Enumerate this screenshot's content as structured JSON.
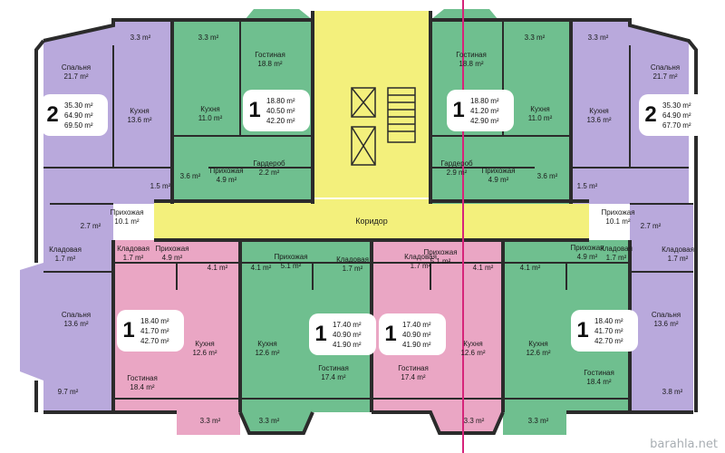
{
  "colors": {
    "purple": "#b9a9dc",
    "green": "#6fbf8f",
    "pink": "#eaa6c4",
    "yellow": "#f3f07c",
    "wall": "#2b2b2b",
    "accent": "#d6247a"
  },
  "units": [
    {
      "id": "u1",
      "rooms": "2",
      "areas": [
        "35.30 m²",
        "64.90 m²",
        "69.50 m²"
      ]
    },
    {
      "id": "u2",
      "rooms": "1",
      "areas": [
        "18.80 m²",
        "40.50 m²",
        "42.20 m²"
      ]
    },
    {
      "id": "u3",
      "rooms": "1",
      "areas": [
        "18.80 m²",
        "41.20 m²",
        "42.90 m²"
      ]
    },
    {
      "id": "u4",
      "rooms": "2",
      "areas": [
        "35.30 m²",
        "64.90 m²",
        "67.70 m²"
      ]
    },
    {
      "id": "u5",
      "rooms": "1",
      "areas": [
        "18.40 m²",
        "41.70 m²",
        "42.70 m²"
      ]
    },
    {
      "id": "u6",
      "rooms": "1",
      "areas": [
        "17.40 m²",
        "40.90 m²",
        "41.90 m²"
      ]
    },
    {
      "id": "u7",
      "rooms": "1",
      "areas": [
        "17.40 m²",
        "40.90 m²",
        "41.90 m²"
      ]
    },
    {
      "id": "u8",
      "rooms": "1",
      "areas": [
        "18.40 m²",
        "41.70 m²",
        "42.70 m²"
      ]
    }
  ],
  "labels": [
    {
      "name": "Спальня",
      "area": "21.7 m²"
    },
    {
      "name": "Кухня",
      "area": "13.6 m²"
    },
    {
      "name": "",
      "area": "3.3 m²"
    },
    {
      "name": "",
      "area": "1.5 m²"
    },
    {
      "name": "Прихожая",
      "area": "10.1 m²"
    },
    {
      "name": "",
      "area": "2.7 m²"
    },
    {
      "name": "Кладовая",
      "area": "1.7 m²"
    },
    {
      "name": "Спальня",
      "area": "13.6 m²"
    },
    {
      "name": "",
      "area": "9.7 m²"
    },
    {
      "name": "",
      "area": "3.3 m²"
    },
    {
      "name": "Кухня",
      "area": "11.0 m²"
    },
    {
      "name": "",
      "area": "3.6 m²"
    },
    {
      "name": "Прихожая",
      "area": "4.9 m²"
    },
    {
      "name": "Гостиная",
      "area": "18.8 m²"
    },
    {
      "name": "Гардероб",
      "area": "2.2 m²"
    },
    {
      "name": "Гостиная",
      "area": "18.8 m²"
    },
    {
      "name": "Гардероб",
      "area": "2.9 m²"
    },
    {
      "name": "Прихожая",
      "area": "4.9 m²"
    },
    {
      "name": "",
      "area": "3.3 m²"
    },
    {
      "name": "Кухня",
      "area": "11.0 m²"
    },
    {
      "name": "",
      "area": "3.6 m²"
    },
    {
      "name": "",
      "area": "3.3 m²"
    },
    {
      "name": "Спальня",
      "area": "21.7 m²"
    },
    {
      "name": "Кухня",
      "area": "13.6 m²"
    },
    {
      "name": "",
      "area": "1.5 m²"
    },
    {
      "name": "Прихожая",
      "area": "10.1 m²"
    },
    {
      "name": "",
      "area": "2.7 m²"
    },
    {
      "name": "Кладовая",
      "area": "1.7 m²"
    },
    {
      "name": "Спальня",
      "area": "13.6 m²"
    },
    {
      "name": "",
      "area": "3.8 m²"
    },
    {
      "name": "Коридор",
      "area": ""
    },
    {
      "name": "Кладовая",
      "area": "1.7 m²"
    },
    {
      "name": "Прихожая",
      "area": "4.9 m²"
    },
    {
      "name": "",
      "area": "4.1 m²"
    },
    {
      "name": "Кухня",
      "area": "12.6 m²"
    },
    {
      "name": "Гостиная",
      "area": "18.4 m²"
    },
    {
      "name": "",
      "area": "3.3 m²"
    },
    {
      "name": "",
      "area": "4.1 m²"
    },
    {
      "name": "Прихожая",
      "area": "5.1 m²"
    },
    {
      "name": "Кладовая",
      "area": "1.7 m²"
    },
    {
      "name": "Кухня",
      "area": "12.6 m²"
    },
    {
      "name": "Гостиная",
      "area": "17.4 m²"
    },
    {
      "name": "",
      "area": "3.3 m²"
    },
    {
      "name": "Кладовая",
      "area": "1.7 m²"
    },
    {
      "name": "Прихожая",
      "area": "5.1 m²"
    },
    {
      "name": "",
      "area": "4.1 m²"
    },
    {
      "name": "Гостиная",
      "area": "17.4 m²"
    },
    {
      "name": "Кухня",
      "area": "12.6 m²"
    },
    {
      "name": "",
      "area": "3.3 m²"
    },
    {
      "name": "",
      "area": "4.1 m²"
    },
    {
      "name": "Прихожая",
      "area": "4.9 m²"
    },
    {
      "name": "Кладовая",
      "area": "1.7 m²"
    },
    {
      "name": "Кухня",
      "area": "12.6 m²"
    },
    {
      "name": "Гостиная",
      "area": "18.4 m²"
    },
    {
      "name": "",
      "area": "3.3 m²"
    }
  ],
  "watermark": "barahla.net"
}
